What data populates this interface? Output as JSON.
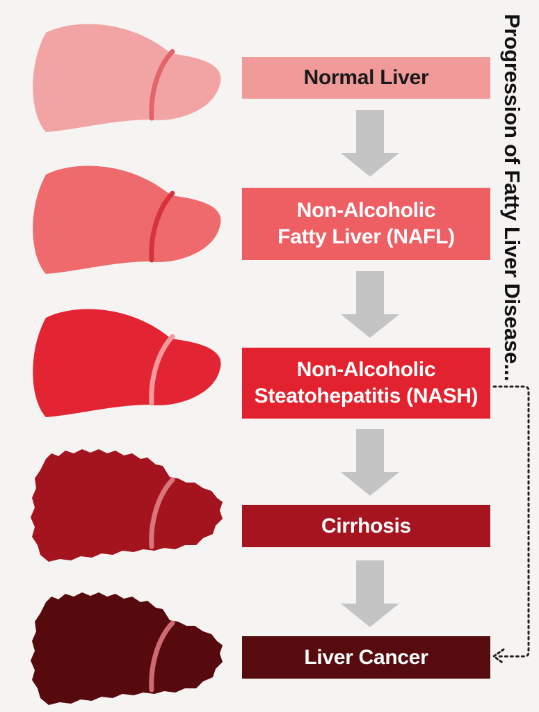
{
  "side_title": "Progression of Fatty Liver Disease...",
  "stages": [
    {
      "label_lines": [
        "Normal Liver"
      ],
      "box_color": "#f19a9a",
      "text_color": "#1a1a1a",
      "liver_color": "#f2a4a4",
      "band_color": "#e2656a",
      "rough": false
    },
    {
      "label_lines": [
        "Non-Alcoholic",
        "Fatty Liver (NAFL)"
      ],
      "box_color": "#ee5f64",
      "text_color": "#ffffff",
      "liver_color": "#ee6a6c",
      "band_color": "#d8333c",
      "rough": false
    },
    {
      "label_lines": [
        "Non-Alcoholic",
        "Steatohepatitis (NASH)"
      ],
      "box_color": "#e3222f",
      "text_color": "#ffffff",
      "liver_color": "#e32432",
      "band_color": "#f29a9c",
      "rough": false
    },
    {
      "label_lines": [
        "Cirrhosis"
      ],
      "box_color": "#a5141f",
      "text_color": "#ffffff",
      "liver_color": "#a3141f",
      "band_color": "#d9767c",
      "rough": true
    },
    {
      "label_lines": [
        "Liver Cancer"
      ],
      "box_color": "#560b0e",
      "text_color": "#ffffff",
      "liver_color": "#560a0e",
      "band_color": "#d06a72",
      "rough": true
    }
  ],
  "arrow_color": "#c4c4c4",
  "connector_color": "#222222"
}
